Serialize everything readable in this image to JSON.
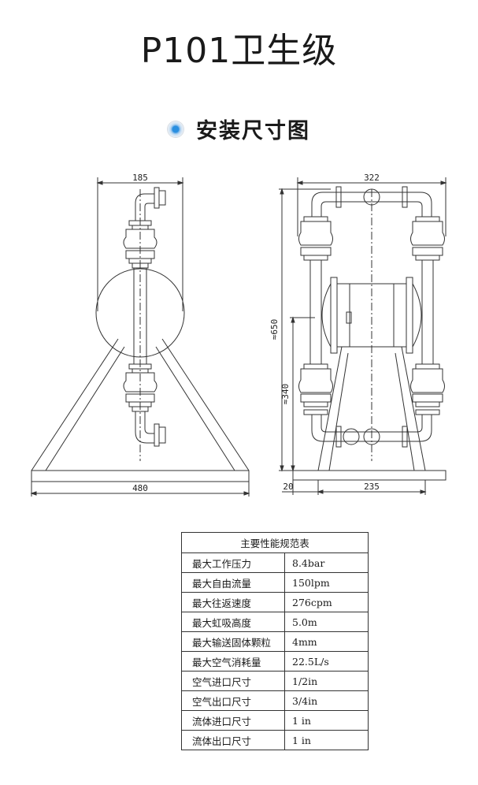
{
  "header": {
    "title": "P101卫生级"
  },
  "section": {
    "title": "安装尺寸图",
    "accent_color": "#1e88e5"
  },
  "drawing": {
    "dimensions": {
      "top_left": "185",
      "top_right": "322",
      "bottom_left": "480",
      "bottom_right": "235",
      "base_offset": "20",
      "height_total": "≈650",
      "height_inlet": "≈340"
    }
  },
  "spec_table": {
    "title": "主要性能规范表",
    "rows": [
      {
        "key": "最大工作压力",
        "value": "8.4bar"
      },
      {
        "key": "最大自由流量",
        "value": "150lpm"
      },
      {
        "key": "最大往返速度",
        "value": "276cpm"
      },
      {
        "key": "最大虹吸高度",
        "value": "5.0m"
      },
      {
        "key": "最大输送固体颗粒",
        "value": "4mm"
      },
      {
        "key": "最大空气消耗量",
        "value": "22.5L/s"
      },
      {
        "key": "空气进口尺寸",
        "value": "1/2in"
      },
      {
        "key": "空气出口尺寸",
        "value": "3/4in"
      },
      {
        "key": "流体进口尺寸",
        "value": "1 in"
      },
      {
        "key": "流体出口尺寸",
        "value": "1 in"
      }
    ]
  }
}
